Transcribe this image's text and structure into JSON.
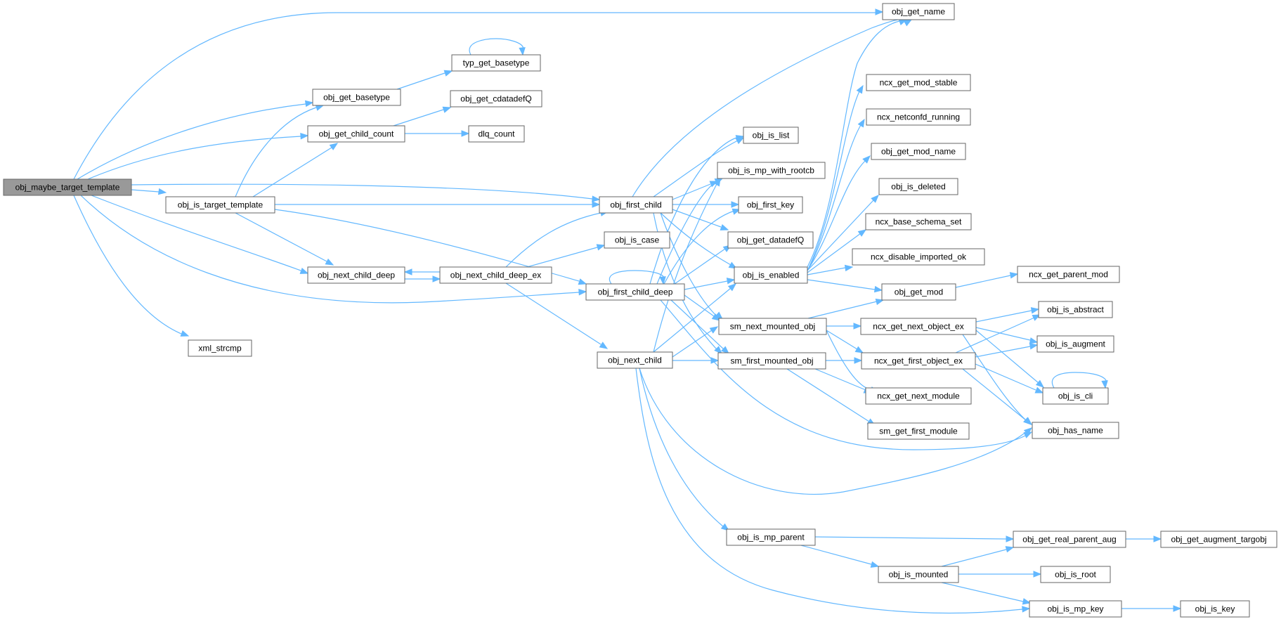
{
  "graph": {
    "colors": {
      "edge": "#63b8ff",
      "node_border": "#666666",
      "root_fill": "#999999",
      "node_fill": "#ffffff"
    },
    "nodes": [
      {
        "id": "n0",
        "label": "obj_maybe_target_template",
        "root": true
      },
      {
        "id": "n1",
        "label": "obj_get_name"
      },
      {
        "id": "n2",
        "label": "typ_get_basetype"
      },
      {
        "id": "n3",
        "label": "obj_get_basetype"
      },
      {
        "id": "n4",
        "label": "obj_get_cdatadefQ"
      },
      {
        "id": "n5",
        "label": "obj_get_child_count"
      },
      {
        "id": "n6",
        "label": "dlq_count"
      },
      {
        "id": "n7",
        "label": "obj_is_target_template"
      },
      {
        "id": "n8",
        "label": "obj_first_child"
      },
      {
        "id": "n9",
        "label": "obj_is_case"
      },
      {
        "id": "n10",
        "label": "obj_next_child_deep"
      },
      {
        "id": "n11",
        "label": "obj_next_child_deep_ex"
      },
      {
        "id": "n12",
        "label": "obj_first_child_deep"
      },
      {
        "id": "n13",
        "label": "xml_strcmp"
      },
      {
        "id": "n14",
        "label": "obj_next_child"
      },
      {
        "id": "n15",
        "label": "obj_is_list"
      },
      {
        "id": "n16",
        "label": "obj_is_mp_with_rootcb"
      },
      {
        "id": "n17",
        "label": "obj_first_key"
      },
      {
        "id": "n18",
        "label": "obj_get_datadefQ"
      },
      {
        "id": "n19",
        "label": "obj_is_enabled"
      },
      {
        "id": "n20",
        "label": "sm_next_mounted_obj"
      },
      {
        "id": "n21",
        "label": "sm_first_mounted_obj"
      },
      {
        "id": "n22",
        "label": "obj_is_mp_parent"
      },
      {
        "id": "n23",
        "label": "ncx_get_mod_stable"
      },
      {
        "id": "n24",
        "label": "ncx_netconfd_running"
      },
      {
        "id": "n25",
        "label": "obj_get_mod_name"
      },
      {
        "id": "n26",
        "label": "obj_is_deleted"
      },
      {
        "id": "n27",
        "label": "ncx_base_schema_set"
      },
      {
        "id": "n28",
        "label": "ncx_disable_imported_ok"
      },
      {
        "id": "n29",
        "label": "obj_get_mod"
      },
      {
        "id": "n30",
        "label": "ncx_get_next_object_ex"
      },
      {
        "id": "n31",
        "label": "ncx_get_first_object_ex"
      },
      {
        "id": "n32",
        "label": "ncx_get_next_module"
      },
      {
        "id": "n33",
        "label": "sm_get_first_module"
      },
      {
        "id": "n34",
        "label": "obj_is_mounted"
      },
      {
        "id": "n35",
        "label": "ncx_get_parent_mod"
      },
      {
        "id": "n36",
        "label": "obj_is_abstract"
      },
      {
        "id": "n37",
        "label": "obj_is_augment"
      },
      {
        "id": "n38",
        "label": "obj_is_cli"
      },
      {
        "id": "n39",
        "label": "obj_has_name"
      },
      {
        "id": "n40",
        "label": "obj_get_real_parent_aug"
      },
      {
        "id": "n41",
        "label": "obj_get_augment_targobj"
      },
      {
        "id": "n42",
        "label": "obj_is_root"
      },
      {
        "id": "n43",
        "label": "obj_is_mp_key"
      },
      {
        "id": "n44",
        "label": "obj_is_key"
      }
    ]
  }
}
